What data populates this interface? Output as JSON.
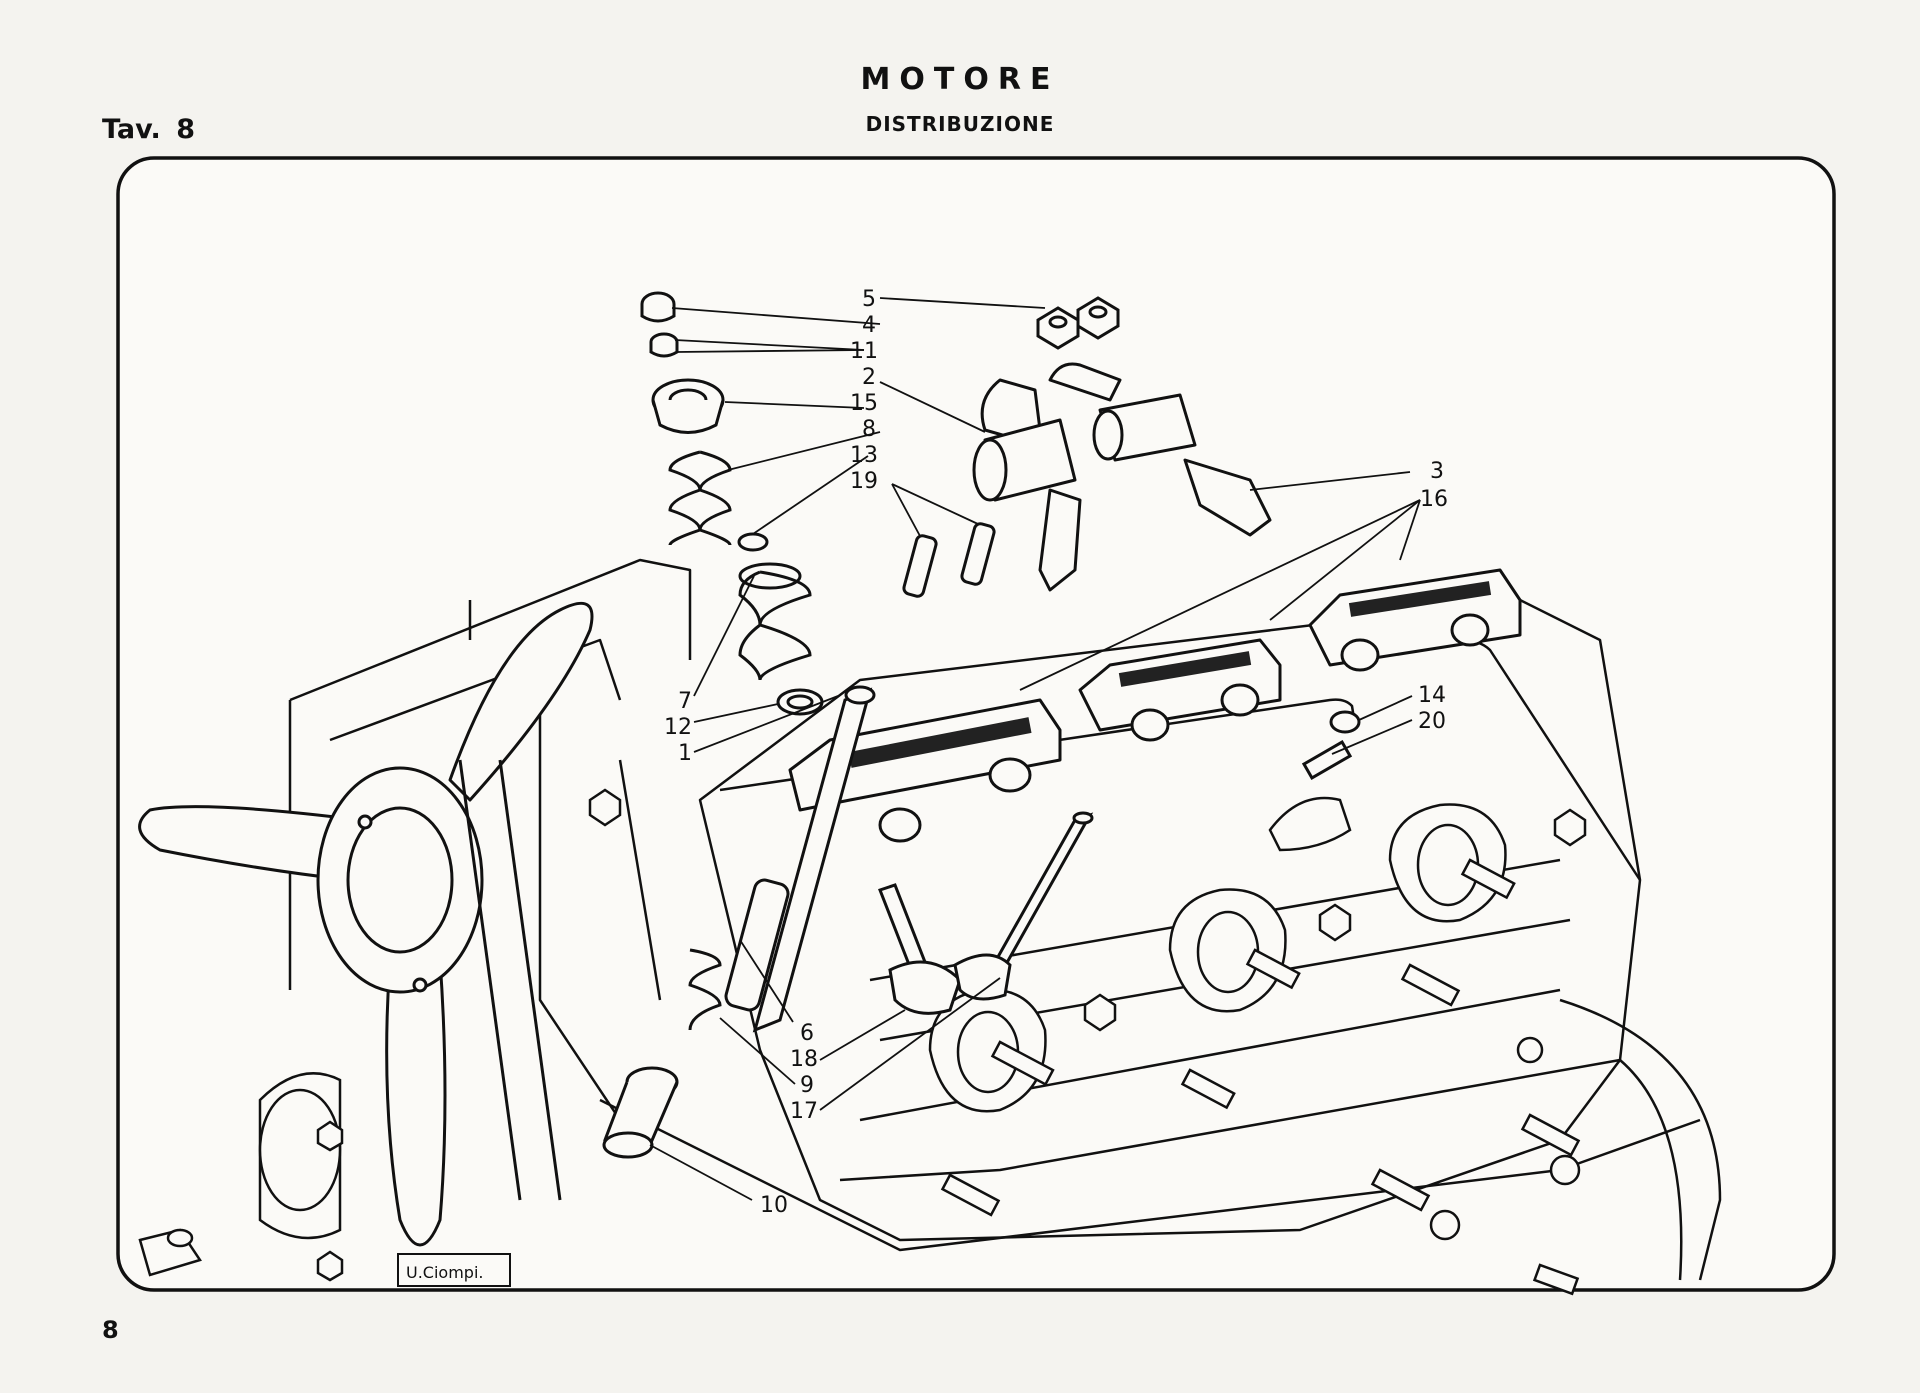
{
  "header": {
    "title": "MOTORE",
    "subtitle": "DISTRIBUZIONE",
    "plate": "Tav. 8"
  },
  "footer": {
    "page_number": "8"
  },
  "signature": "U.Ciompi.",
  "labels": {
    "l5": "5",
    "l4": "4",
    "l11": "11",
    "l2": "2",
    "l15": "15",
    "l8": "8",
    "l13": "13",
    "l19": "19",
    "l3": "3",
    "l16": "16",
    "l7": "7",
    "l12": "12",
    "l1": "1",
    "l14": "14",
    "l20": "20",
    "l6": "6",
    "l18": "18",
    "l9": "9",
    "l17": "17",
    "l10": "10"
  }
}
